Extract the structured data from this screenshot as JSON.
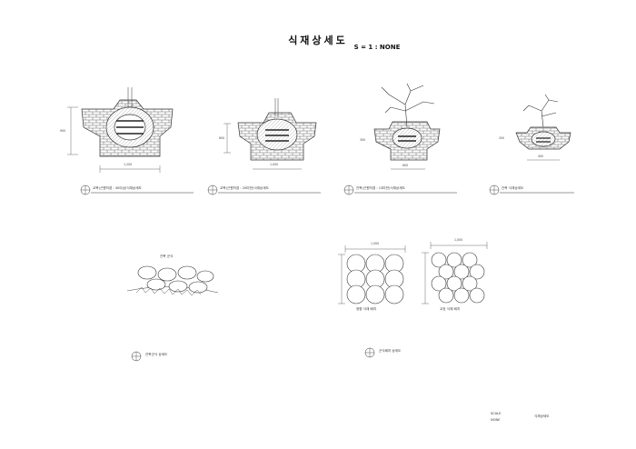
{
  "sheet": {
    "title": "식재상세도",
    "scale": "S = 1 : NONE"
  },
  "details": [
    {
      "caption": "교목(근원직경 : 30이상)식재상세도",
      "dim_h": "900",
      "dim_w": "1,200"
    },
    {
      "caption": "교목(근원직경 : 20미만)식재상세도",
      "dim_h": "600",
      "dim_w": "1,000"
    },
    {
      "caption": "관목(근원직경 : 13미만)식재상세도",
      "dim_h": "300",
      "dim_w": "600"
    },
    {
      "caption": "관목 식재상세도",
      "dim_h": "200",
      "dim_w": "400"
    }
  ],
  "lower_details": {
    "left_caption": "관목군식 상세도",
    "left_note": "관목 군식",
    "right_caption": "군식배치 상세도",
    "pattern_a_dim": "1,000",
    "pattern_b_dim": "1,000",
    "pattern_a_label": "정형 식재 배치",
    "pattern_b_label": "교호 식재 배치"
  },
  "footer": {
    "code_a": "SCALE",
    "code_b": "NONE",
    "sheet_name": "식재상세도"
  }
}
